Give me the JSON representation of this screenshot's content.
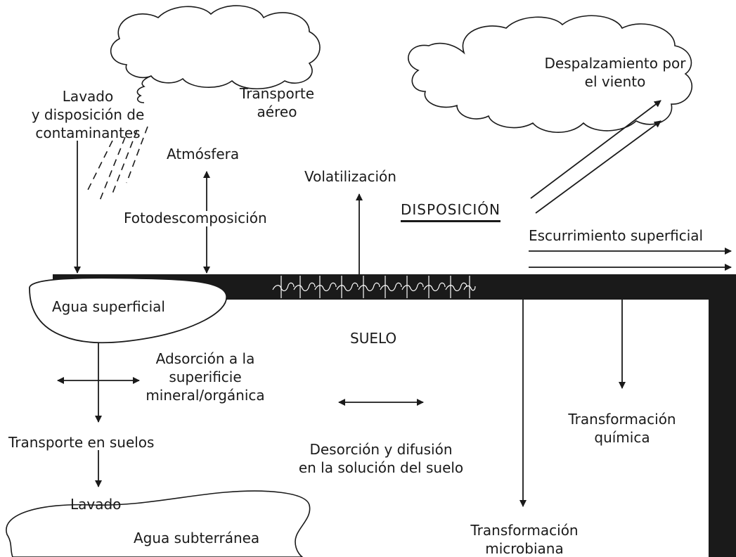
{
  "labels": {
    "lavado_line1": "Lavado",
    "lavado_line2": "y disposición de",
    "lavado_line3": "contaminantes",
    "transporte_aereo_line1": "Transporte",
    "transporte_aereo_line2": "aéreo",
    "atmosfera": "Atmósfera",
    "fotodescomposicion": "Fotodescomposición",
    "volatilizacion": "Volatilización",
    "disposicion": "DISPOSICIÓN",
    "despalzamiento_line1": "Despalzamiento por",
    "despalzamiento_line2": "el viento",
    "escurrimiento": "Escurrimiento superficial",
    "agua_superficial": "Agua superficial",
    "suelo": "SUELO",
    "adsorcion_line1": "Adsorción a la",
    "adsorcion_line2": "superificie",
    "adsorcion_line3": "mineral/orgánica",
    "desorcion_line1": "Desorción y difusión",
    "desorcion_line2": "en la solución del suelo",
    "transformacion_quimica_line1": "Transformación",
    "transformacion_quimica_line2": "química",
    "transporte_suelos": "Transporte en suelos",
    "lavado_bottom": "Lavado",
    "agua_subterranea": "Agua subterránea",
    "transformacion_microbiana_line1": "Transformación",
    "transformacion_microbiana_line2": "microbiana"
  },
  "colors": {
    "ink": "#1a1a1a",
    "background": "#ffffff"
  }
}
